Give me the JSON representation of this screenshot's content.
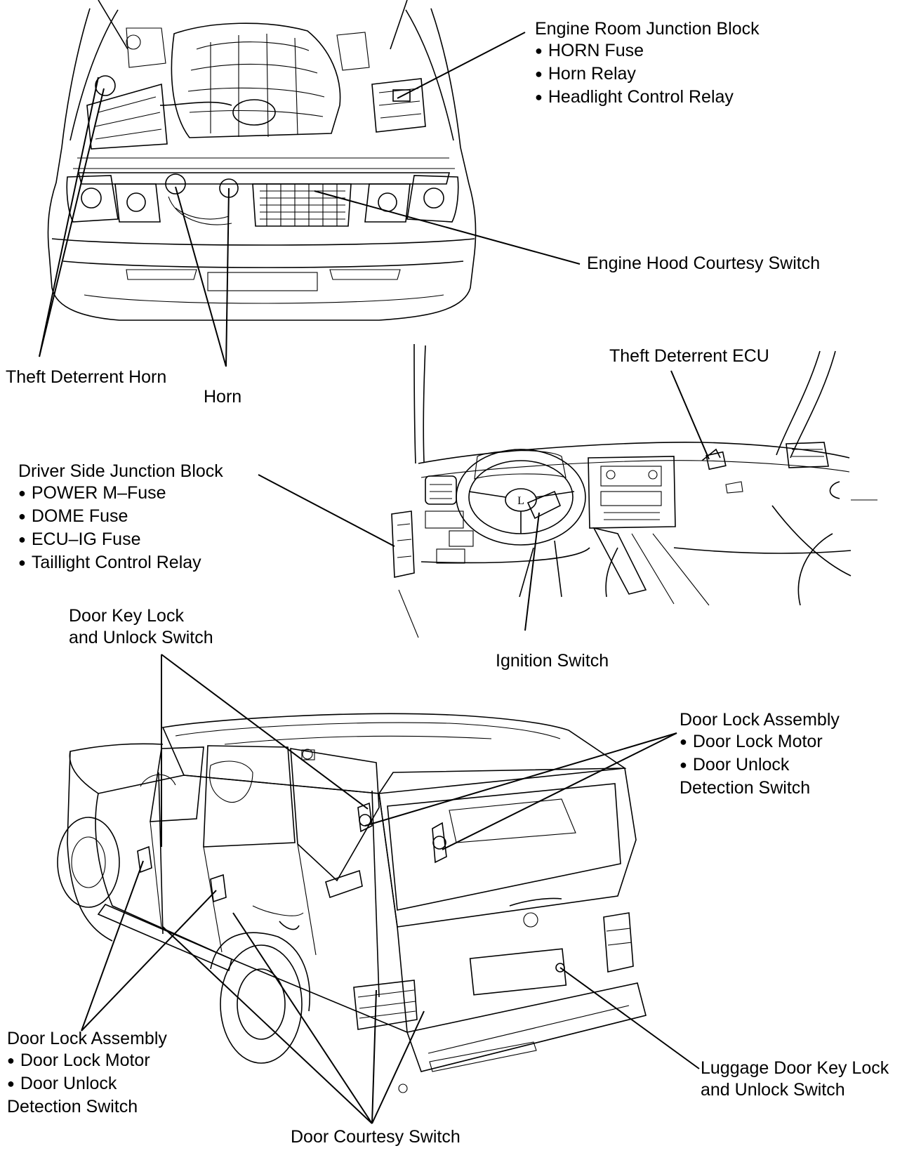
{
  "labels": {
    "engine_room_junction_block": {
      "title": "Engine Room Junction Block",
      "items": [
        "HORN Fuse",
        "Horn Relay",
        "Headlight Control Relay"
      ]
    },
    "engine_hood_courtesy_switch": "Engine Hood Courtesy Switch",
    "theft_deterrent_horn": "Theft Deterrent Horn",
    "horn": "Horn",
    "theft_deterrent_ecu": "Theft Deterrent ECU",
    "driver_side_junction_block": {
      "title": "Driver Side Junction Block",
      "items": [
        "POWER M–Fuse",
        "DOME Fuse",
        "ECU–IG Fuse",
        "Taillight Control Relay"
      ]
    },
    "ignition_switch": "Ignition Switch",
    "door_key_lock_switch": [
      "Door Key Lock",
      "and Unlock Switch"
    ],
    "door_lock_assembly_rear": {
      "title": "Door Lock Assembly",
      "items": [
        "Door Lock Motor",
        "Door Unlock"
      ],
      "continuation": "Detection Switch"
    },
    "door_lock_assembly_front": {
      "title": "Door Lock Assembly",
      "items": [
        "Door Lock Motor",
        "Door Unlock"
      ],
      "continuation": "Detection Switch"
    },
    "luggage_door_key_lock_switch": [
      "Luggage Door Key Lock",
      "and Unlock Switch"
    ],
    "door_courtesy_switch": "Door Courtesy Switch"
  }
}
